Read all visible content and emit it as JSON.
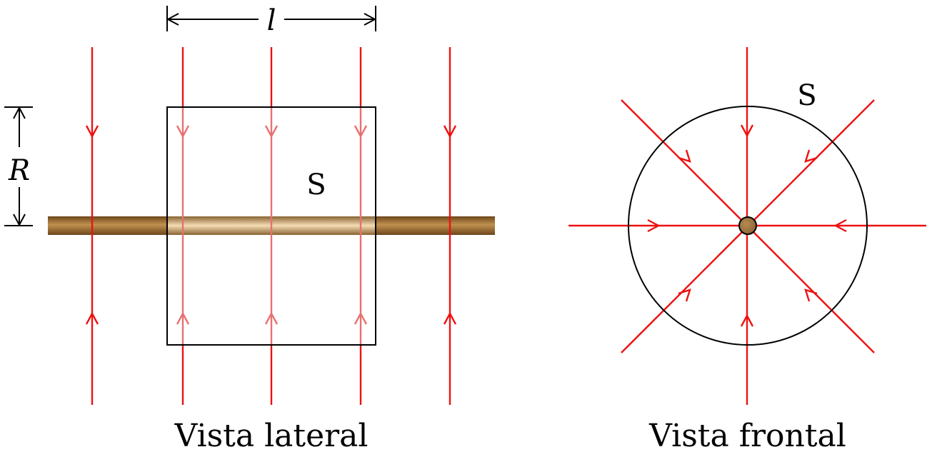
{
  "labels": {
    "length_symbol": "l",
    "radius_symbol": "R",
    "surface_lateral": "S",
    "surface_frontal": "S",
    "caption_lateral": "Vista lateral",
    "caption_frontal": "Vista frontal"
  },
  "colors": {
    "field_line": "#ee1111",
    "field_line_inside": "#e87070",
    "rod_dark": "#7a4f1e",
    "rod_mid": "#b07a3a",
    "rod_light": "#f2d7ac",
    "outline": "#000000"
  },
  "icons": {
    "field_arrow": "arrowhead-icon"
  }
}
